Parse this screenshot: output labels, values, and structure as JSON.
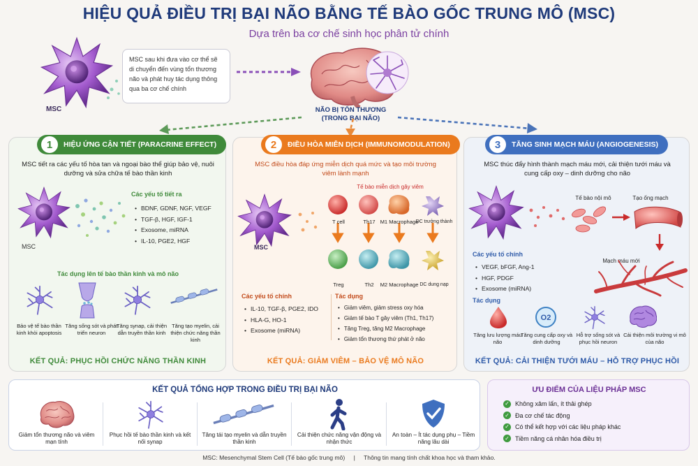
{
  "header": {
    "title": "HIỆU QUẢ ĐIỀU TRỊ BẠI NÃO BẰNG TẾ BÀO GỐC TRUNG MÔ (MSC)",
    "subtitle": "Dựa trên ba cơ chế sinh học phân tử chính"
  },
  "intro": {
    "text": "MSC sau khi đưa vào cơ thể sẽ di chuyển đến vùng tổn thương não và phát huy tác dụng thông qua ba cơ chế chính",
    "msc_label": "MSC",
    "brain_label": "NÃO BỊ TỔN THƯƠNG (TRONG BẠI NÃO)"
  },
  "colors": {
    "green": "#3f8a3a",
    "orange": "#ea7a1e",
    "blue": "#3f6fbf",
    "navy": "#1f3a7a",
    "purple": "#7a3fa0"
  },
  "panel1": {
    "num": "1",
    "title": "HIỆU ỨNG CẬN TIẾT (PARACRINE EFFECT)",
    "desc": "MSC tiết ra các yếu tố hòa tan và ngoại bào thể giúp bảo vệ, nuôi dưỡng và sửa chữa tế bào thần kinh",
    "msc_label": "MSC",
    "factors_title": "Các yếu tố tiết ra",
    "factors": [
      "BDNF, GDNF, NGF, VEGF",
      "TGF-β, HGF, IGF-1",
      "Exosome, miRNA",
      "IL-10, PGE2, HGF"
    ],
    "effects_title": "Tác dụng lên tế bào thần kinh và mô não",
    "effects": [
      "Bảo vệ tế bào thần kinh khỏi apoptosis",
      "Tăng sống sót và phát triển neuron",
      "Tăng synap, cải thiện dẫn truyền thần kinh",
      "Tăng tạo myelin, cải thiện chức năng thần kinh"
    ],
    "effect_icons": [
      "neuron-icon",
      "synapse-icon",
      "neuron-branch-icon",
      "myelin-axon-icon"
    ],
    "result": "KẾT QUẢ: PHỤC HỒI CHỨC NĂNG THẦN KINH"
  },
  "panel2": {
    "num": "2",
    "title": "ĐIỀU HÒA MIỄN DỊCH (IMMUNOMODULATION)",
    "desc": "MSC điều hòa đáp ứng miễn dịch quá mức và tạo môi trường viêm lành mạnh",
    "msc_label": "MSC",
    "inflam_title": "Tế bào miễn dịch gây viêm",
    "cells_top": [
      "T cell",
      "Th17",
      "M1 Macrophage",
      "DC trưởng thành"
    ],
    "cells_bottom": [
      "Treg",
      "Th2",
      "M2 Macrophage",
      "DC dung nạp"
    ],
    "factors_title": "Các yếu tố chính",
    "factors": [
      "IL-10, TGF-β, PGE2, IDO",
      "HLA-G, HO-1",
      "Exosome (miRNA)"
    ],
    "effects_title": "Tác dụng",
    "effects": [
      "Giảm viêm, giảm stress oxy hóa",
      "Giảm tế bào T gây viêm (Th1, Th17)",
      "Tăng Treg, tăng M2 Macrophage",
      "Giảm tổn thương thứ phát ở não"
    ],
    "result": "KẾT QUẢ: GIẢM VIÊM – BẢO VỆ MÔ NÃO"
  },
  "panel3": {
    "num": "3",
    "title": "TĂNG SINH MẠCH MÁU (ANGIOGENESIS)",
    "desc": "MSC thúc đẩy hình thành mạch máu mới, cải thiện tưới máu và cung cấp oxy – dinh dưỡng cho não",
    "endo_label": "Tế bào nội mô",
    "tube_label": "Tạo ống mạch",
    "vessel_label": "Mạch máu mới",
    "factors_title": "Các yếu tố chính",
    "factors": [
      "VEGF, bFGF, Ang-1",
      "HGF, PDGF",
      "Exosome (miRNA)"
    ],
    "effects_title": "Tác dụng",
    "effects": [
      "Tăng lưu lượng máu não",
      "Tăng cung cấp oxy và dinh dưỡng",
      "Hỗ trợ sống sót và phục hồi neuron",
      "Cải thiện môi trường vi mô của não"
    ],
    "effect_icons": [
      "blood-drop-icon",
      "oxygen-icon",
      "neuron-icon",
      "brain-icon"
    ],
    "o2": "O2",
    "result": "KẾT QUẢ: CẢI THIỆN TƯỚI MÁU – HỖ TRỢ PHỤC HỒI"
  },
  "summary": {
    "title": "KẾT QUẢ TỔNG HỢP TRONG ĐIỀU TRỊ BẠI NÃO",
    "items": [
      "Giảm tổn thương não và viêm mạn tính",
      "Phục hồi tế bào thần kinh và kết nối synap",
      "Tăng tái tạo myelin và dẫn truyền thần kinh",
      "Cải thiện chức năng vận động và nhận thức",
      "An toàn – Ít tác dụng phụ – Tiềm năng lâu dài"
    ],
    "icons": [
      "brain-icon",
      "neuron-icon",
      "myelin-axon-icon",
      "walking-child-icon",
      "shield-check-icon"
    ]
  },
  "advantages": {
    "title": "ƯU ĐIỂM CỦA LIỆU PHÁP MSC",
    "items": [
      "Không xâm lấn, ít thải ghép",
      "Đa cơ chế tác động",
      "Có thể kết hợp với các liệu pháp khác",
      "Tiềm năng cá nhân hóa điều trị"
    ]
  },
  "footer": {
    "left": "MSC: Mesenchymal Stem Cell (Tế bào gốc trung mô)",
    "sep": "|",
    "right": "Thông tin mang tính chất khoa học và tham khảo."
  }
}
